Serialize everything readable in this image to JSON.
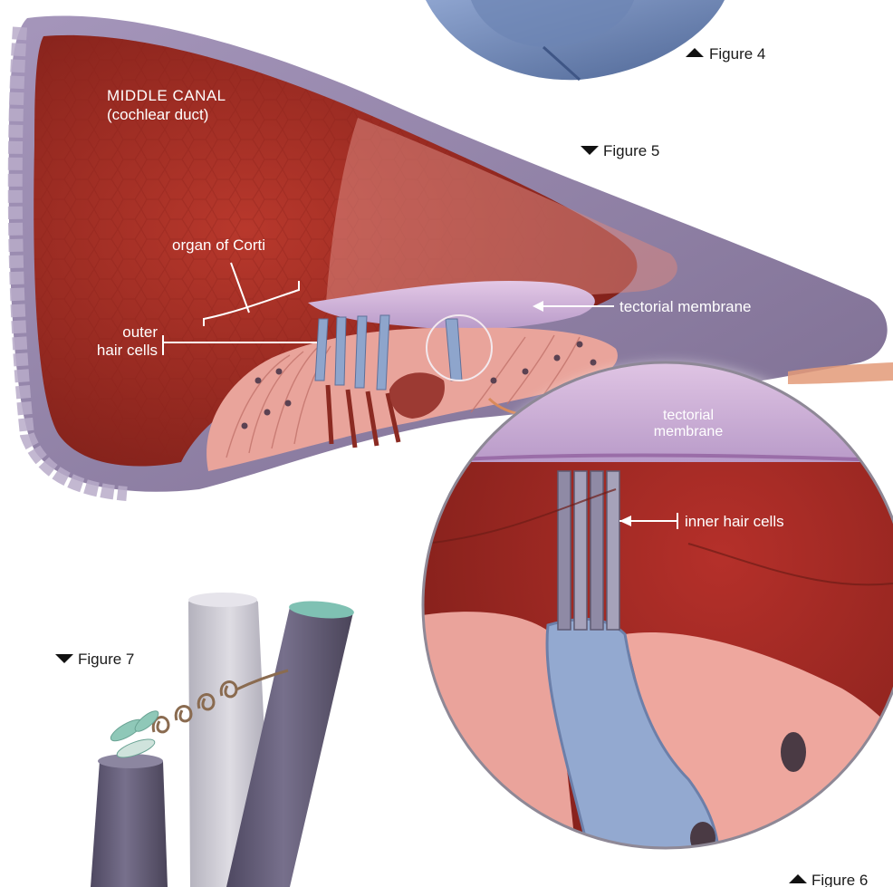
{
  "figures": {
    "fig4": {
      "arrow": "up-triangle-icon",
      "label": "Figure 4"
    },
    "fig5": {
      "arrow": "down-triangle-icon",
      "label": "Figure 5"
    },
    "fig6": {
      "arrow": "up-triangle-icon",
      "label": "Figure 6"
    },
    "fig7": {
      "arrow": "down-triangle-icon",
      "label": "Figure 7"
    }
  },
  "labels": {
    "middle_canal_line1": "MIDDLE CANAL",
    "middle_canal_line2": "(cochlear duct)",
    "organ_of_corti": "organ of Corti",
    "outer_hair_cells_line1": "outer",
    "outer_hair_cells_line2": "hair cells",
    "tectorial_membrane": "tectorial membrane",
    "inset_tectorial_line1": "tectorial",
    "inset_tectorial_line2": "membrane",
    "inner_hair_cells": "inner hair cells"
  },
  "colors": {
    "canal_red": "#9e2b23",
    "tissue_pink": "#e8a39a",
    "membrane_lavender": "#c9b3d8",
    "wall_purple": "#8f7fa5",
    "hair_cell_blue": "#8fa6cc",
    "stereocilia_dark": "#6d6580",
    "stereocilia_light": "#d2d0d9"
  }
}
